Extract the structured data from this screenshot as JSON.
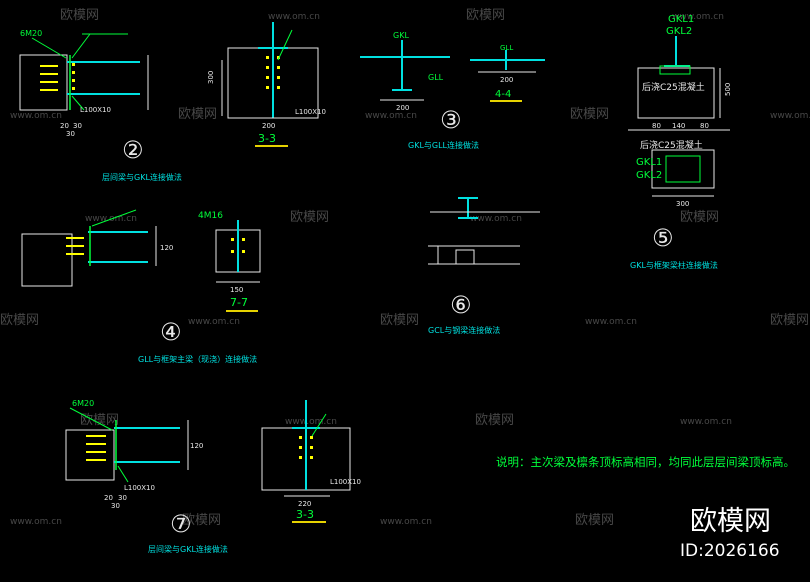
{
  "watermark": {
    "brand": "欧模网",
    "url": "www.om.cn"
  },
  "corner_mark": {
    "brand": "欧模网",
    "id_text": "ID:2026166"
  },
  "note_text": "说明：主次梁及檩条顶标高相同，均同此层层间梁顶标高。",
  "details": {
    "d2": {
      "number": "②",
      "caption": "层间梁与GKL连接做法",
      "tags": [
        "6M20",
        "L100X10"
      ],
      "dims": [
        "20",
        "30",
        "30"
      ]
    },
    "s33a": {
      "title": "3-3",
      "dims": [
        "300",
        "200"
      ],
      "tags": [
        "L100X10"
      ]
    },
    "d3": {
      "number": "③",
      "caption": "GKL与GLL连接做法",
      "tags": [
        "GKL",
        "GLL"
      ],
      "section": "4-4",
      "dims": [
        "200",
        "200"
      ]
    },
    "d5": {
      "number": "⑤",
      "caption": "GKL与框架梁柱连接做法",
      "tags": [
        "GKL1",
        "GKL2",
        "GKL1",
        "GKL2"
      ],
      "concrete": "后浇C25混凝土",
      "dims": [
        "500",
        "80",
        "140",
        "80",
        "300"
      ]
    },
    "d4": {
      "number": "④",
      "caption": "GLL与框架主梁（现浇）连接做法",
      "tags": [
        "4M16",
        "120"
      ]
    },
    "s77": {
      "title": "7-7",
      "dims": [
        "150"
      ]
    },
    "d6": {
      "number": "⑥",
      "caption": "GCL与钢梁连接做法"
    },
    "d7": {
      "number": "⑦",
      "caption": "层间梁与GKL连接做法",
      "tags": [
        "6M20",
        "120",
        "L100X10"
      ],
      "dims": [
        "20",
        "30",
        "30"
      ]
    },
    "s33b": {
      "title": "3-3",
      "dims": [
        "220"
      ],
      "tags": [
        "L100X10"
      ]
    }
  },
  "colors": {
    "line_white": "#e8e8e8",
    "line_cyan": "#00e0e0",
    "line_green": "#00ff3a",
    "line_yellow": "#ffff00",
    "underline_yellow": "#e6d200",
    "watermark": "#5a5a5a",
    "background": "#000000"
  }
}
